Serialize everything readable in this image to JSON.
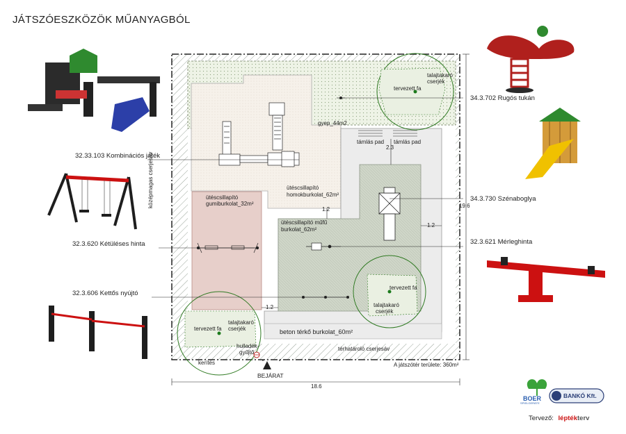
{
  "title": "JÁTSZÓESZKÖZÖK MŰANYAGBÓL",
  "equipment": {
    "kombinacios": "32.33.103 Kombinációs játék",
    "ketuleses": "32.3.620 Kétüléses hinta",
    "kettos": "32.3.606 Kettős nyújtó",
    "rugos": "34.3.702 Rugós tukán",
    "szenaboglya": "34.3.730 Szénaboglya",
    "merleghinta": "32.3.621 Mérleghinta"
  },
  "plan": {
    "gyep": "gyep_44m2",
    "tamlas_pad_1": "támlás pad",
    "tamlas_pad_2": "támlás pad",
    "dim_23": "2.3",
    "homok_1": "ütéscsillapító",
    "homok_2": "homokburkolat_62m²",
    "gumi_1": "ütéscsillapító",
    "gumi_2": "gumiburkolat_32m²",
    "mufu_1": "ütéscsillapító műfű",
    "mufu_2": "burkolat_62m²",
    "dim_12_a": "1.2",
    "dim_12_b": "1.2",
    "dim_12_c": "1.2",
    "dim_196": "19.6",
    "dim_186": "18.6",
    "kozepmagas": "középmagas cserjesáv",
    "tervezett_fa_1": "tervezett fa",
    "tervezett_fa_2": "tervezett fa",
    "tervezett_fa_3": "tervezett fa",
    "talajtakaro_1a": "talajtakaró",
    "talajtakaro_1b": "cserjék",
    "talajtakaro_2a": "talajtakaró",
    "talajtakaro_2b": "cserjék",
    "talajtakaro_3a": "talajtakaró",
    "talajtakaro_3b": "cserjék",
    "beton": "beton térkő burkolat_60m²",
    "terhatarolo": "térhatároló cserjesáv",
    "kerites": "kerítés",
    "hulladek_1": "hulladék-",
    "hulladek_2": "gyűjtő",
    "bejarat": "BEJÁRAT",
    "terulet": "A játszótér területe: 360m²"
  },
  "footer": {
    "boer_1": "BOER",
    "boer_2": "SPIELGERÄTE",
    "banko": "BANKÓ Kft.",
    "tervezo_label": "Tervező:",
    "tervezo_name_1": "lépték",
    "tervezo_name_2": "terv"
  },
  "colors": {
    "grass": "#eef3e6",
    "sand": "#f6f1ea",
    "rubber": "#e7cfca",
    "artificial_grass": "#cfd6c8",
    "sidewalk": "#ececec",
    "tree_line": "#2f7a22",
    "tree_dot": "#1c7a1c",
    "line": "#222222"
  }
}
